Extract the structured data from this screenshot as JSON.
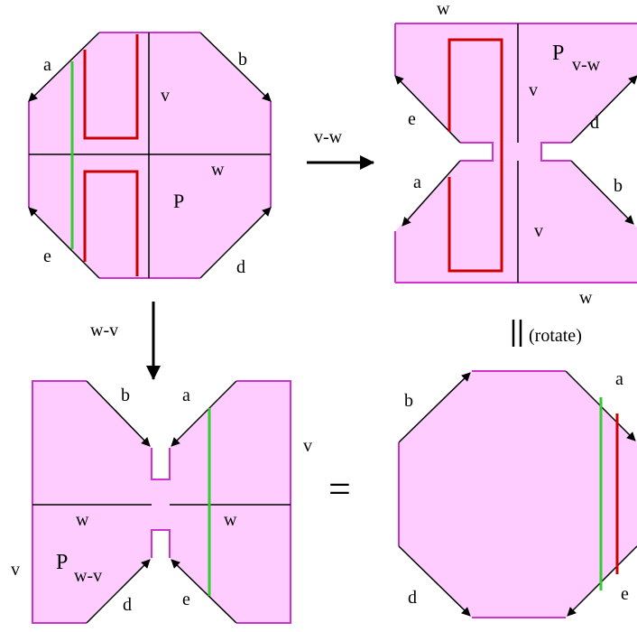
{
  "diagram": {
    "colors": {
      "fill": "#ffccff",
      "edge": "#cc33cc",
      "line": "#000000",
      "red_curve": "#cc0000",
      "green_curve": "#33cc33"
    },
    "top_left": {
      "labels": {
        "a": "a",
        "b": "b",
        "e": "e",
        "d": "d",
        "v": "v",
        "w": "w",
        "p": "P"
      }
    },
    "top_right": {
      "labels": {
        "w_top": "w",
        "w_bottom": "w",
        "p": "P",
        "p_sub": "v-w",
        "v_upper": "v",
        "v_lower": "v",
        "e": "e",
        "a": "a",
        "d": "d",
        "b": "b"
      }
    },
    "bottom_left": {
      "labels": {
        "b": "b",
        "a": "a",
        "v_right": "v",
        "v_left": "v",
        "w_left": "w",
        "w_right": "w",
        "p": "P",
        "p_sub": "w-v",
        "d": "d",
        "e": "e"
      }
    },
    "bottom_right": {
      "labels": {
        "b": "b",
        "a": "a",
        "d": "d",
        "e": "e"
      }
    },
    "transitions": {
      "right_arrow_label": "v-w",
      "down_arrow_label": "w-v",
      "rotate_label": "(rotate)",
      "equals": "="
    }
  }
}
